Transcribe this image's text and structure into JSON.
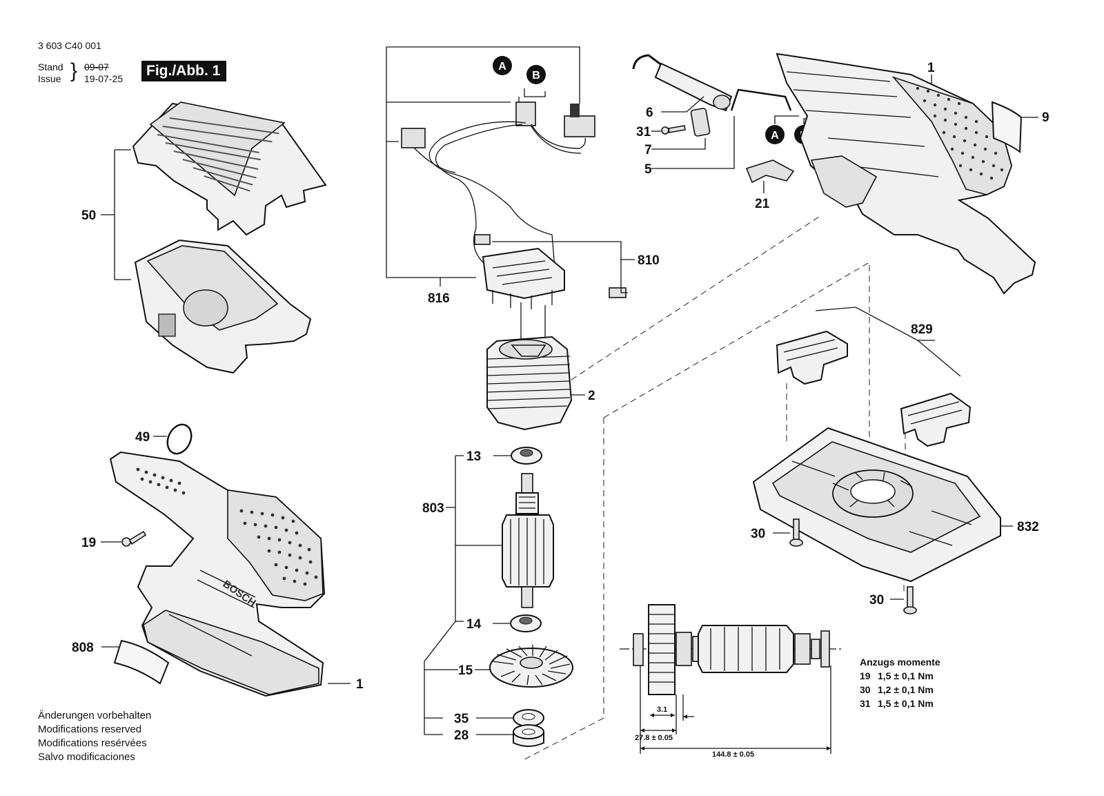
{
  "header": {
    "doc_number": "3 603 C40 001",
    "stand_label": "Stand",
    "issue_label": "Issue",
    "stand_date": "09-07",
    "issue_date": "19-07-25",
    "figure_label": "Fig./Abb. 1"
  },
  "part_labels": {
    "p1_top": "1",
    "p9": "9",
    "p6": "6",
    "p31": "31",
    "p7": "7",
    "p5": "5",
    "p21": "21",
    "p50": "50",
    "p816": "816",
    "p810": "810",
    "p2": "2",
    "p829": "829",
    "p13": "13",
    "p803": "803",
    "p14": "14",
    "p15": "15",
    "p35": "35",
    "p28": "28",
    "p49": "49",
    "p19": "19",
    "p808": "808",
    "p1_bottom": "1",
    "p30_top": "30",
    "p30_bottom": "30",
    "p832": "832"
  },
  "connectors": {
    "a": "A",
    "b": "B"
  },
  "dimensions": {
    "d1": "3.1",
    "d2": "27.8 ± 0.05",
    "d3": "144.8 ± 0.05"
  },
  "torque": {
    "title": "Anzugs momente",
    "rows": [
      {
        "part": "19",
        "value": "1,5 ± 0,1 Nm"
      },
      {
        "part": "30",
        "value": "1,2 ± 0,1 Nm"
      },
      {
        "part": "31",
        "value": "1,5 ± 0,1 Nm"
      }
    ]
  },
  "brand_on_tool": "BOSCH",
  "modifications": [
    "Änderungen vorbehalten",
    "Modifications reserved",
    "Modifications resérvées",
    "Salvo modificaciones"
  ]
}
